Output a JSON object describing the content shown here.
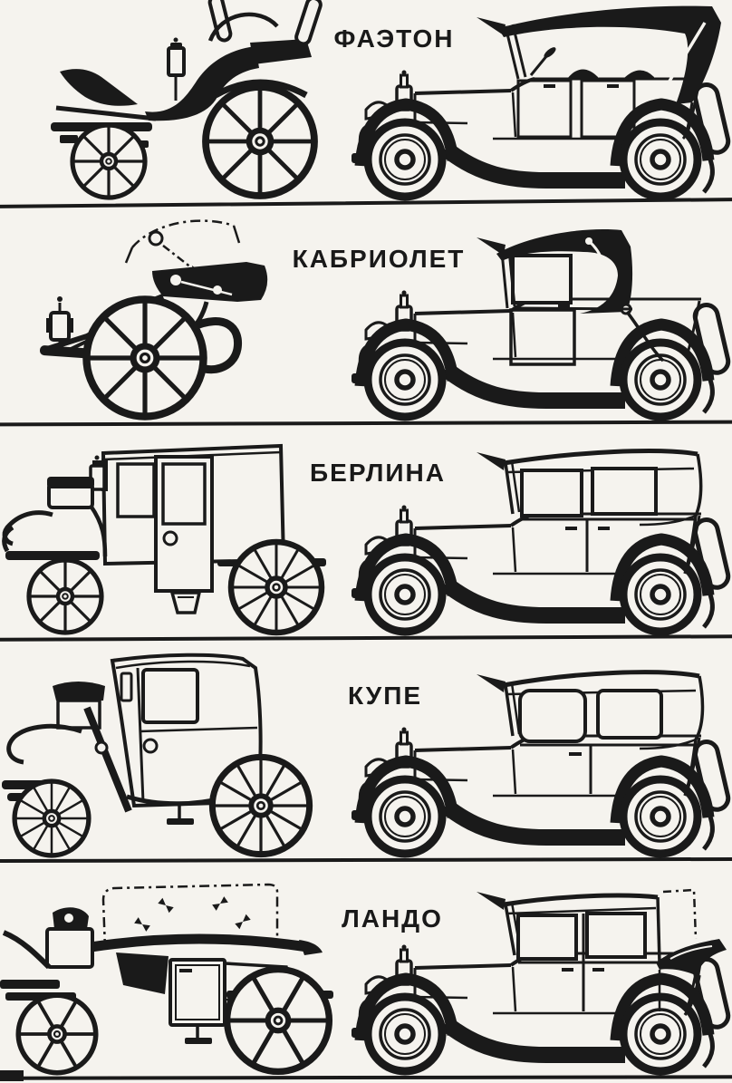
{
  "page": {
    "background_color": "#f5f3ee",
    "ink_color": "#1a1a1a",
    "description_icon": "carriage-vs-car-comparison-diagram"
  },
  "rows": [
    {
      "label": "ФАЭТОН",
      "left_icon": "phaeton-carriage-drawing",
      "right_icon": "phaeton-car-drawing"
    },
    {
      "label": "КАБРИОЛЕТ",
      "left_icon": "cabriolet-carriage-drawing",
      "right_icon": "cabriolet-car-drawing"
    },
    {
      "label": "БЕРЛИНА",
      "left_icon": "berline-carriage-drawing",
      "right_icon": "berline-car-drawing"
    },
    {
      "label": "КУПЕ",
      "left_icon": "coupe-carriage-drawing",
      "right_icon": "coupe-car-drawing"
    },
    {
      "label": "ЛАНДО",
      "left_icon": "landau-carriage-drawing",
      "right_icon": "landau-car-drawing"
    }
  ]
}
